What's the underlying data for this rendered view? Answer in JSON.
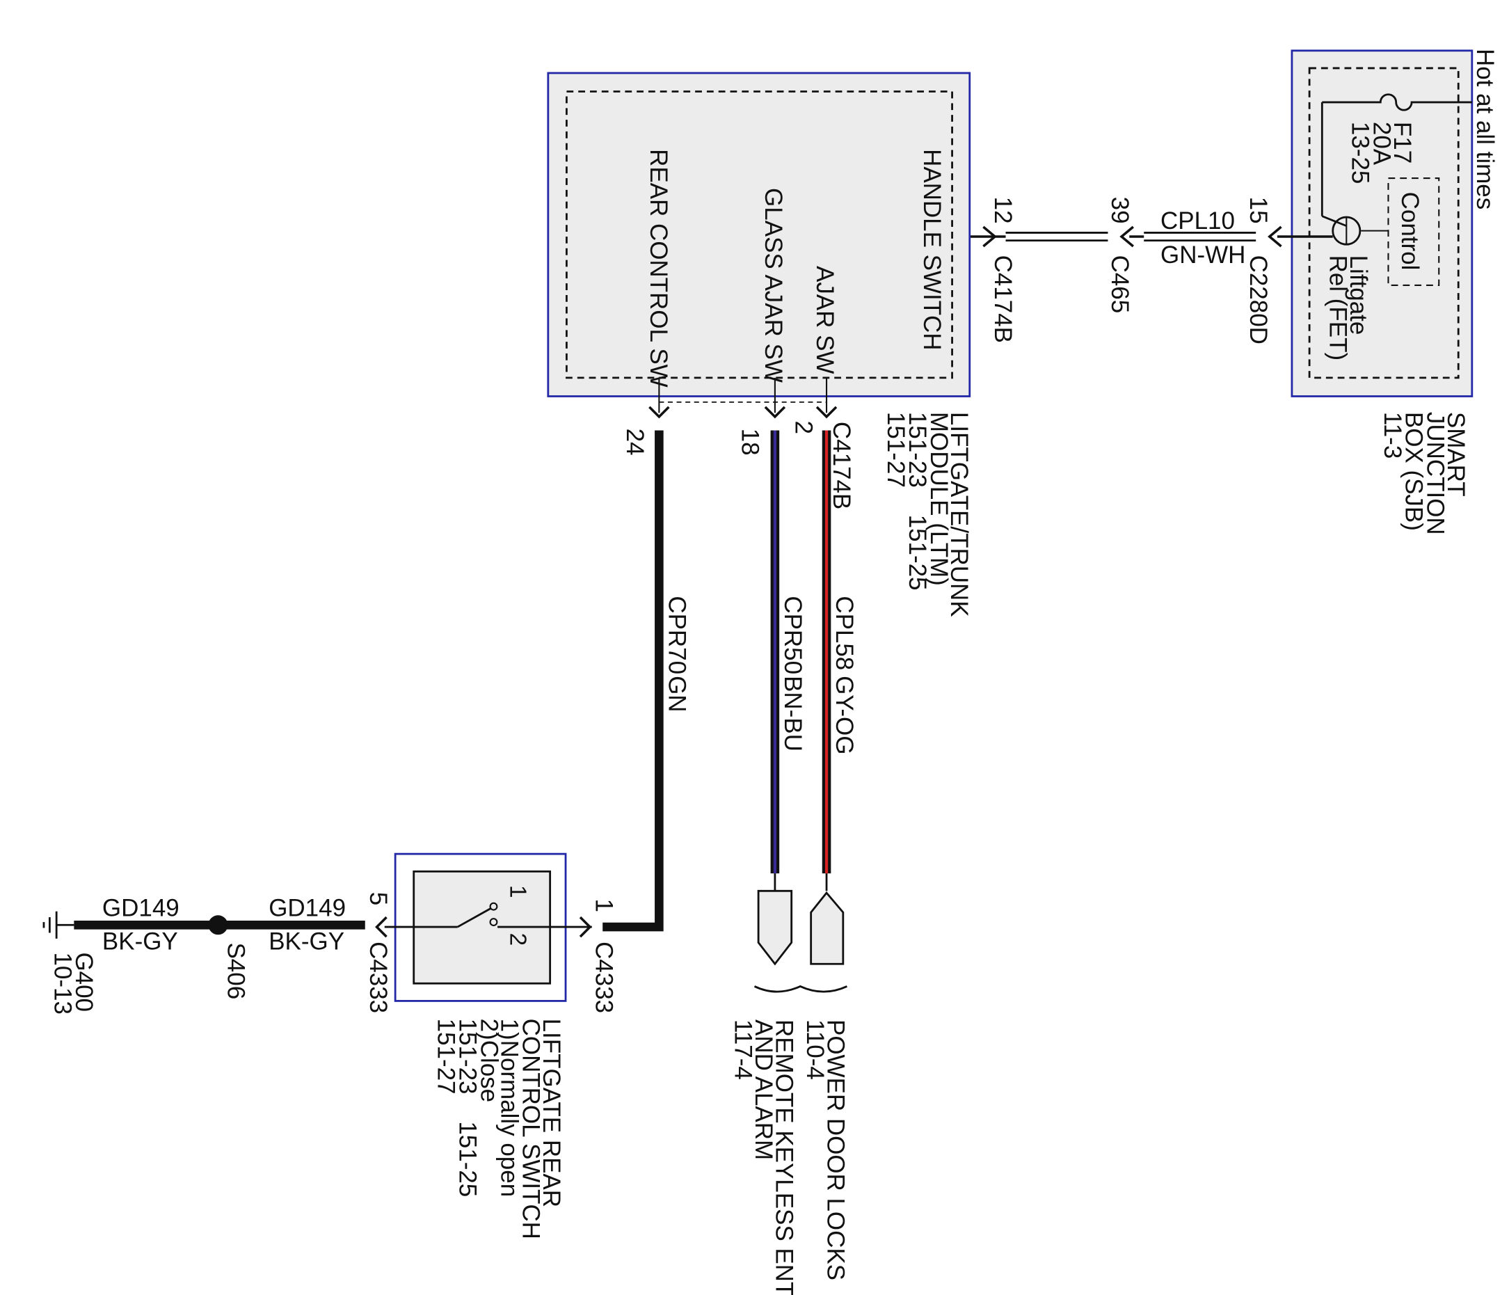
{
  "sjb": {
    "hot_label": "Hot at all times",
    "fuse_id": "F17",
    "fuse_rating": "20A",
    "fuse_ref": "13-25",
    "control_label": "Control",
    "relay_label_1": "Liftgate",
    "relay_label_2": "Rel (FET)",
    "name_1": "SMART",
    "name_2": "JUNCTION",
    "name_3": "BOX (SJB)",
    "page_ref": "11-3",
    "pin": "15",
    "connector": "C2280D"
  },
  "wire_cpl10": {
    "circuit": "CPL10",
    "color": "GN-WH"
  },
  "inline_c465": {
    "pin": "39",
    "connector": "C465"
  },
  "ltm": {
    "pin_handle": "12",
    "connector_top": "C4174B",
    "handle_switch": "HANDLE SWITCH",
    "ajar_sw": "AJAR SW",
    "glass_ajar_sw": "GLASS AJAR SW",
    "rear_control_sw": "REAR CONTROL SW",
    "name_1": "LIFTGATE/TRUNK",
    "name_2": "MODULE (LTM)",
    "ref_line_1": "151-23    151-25",
    "ref_line_2": "151-27",
    "pin_ajar": "2",
    "connector_bottom": "C4174B",
    "pin_glass": "18",
    "pin_rear": "24"
  },
  "wires": {
    "cpl58": {
      "circuit": "CPL58",
      "color": "GY-OG"
    },
    "cpr50": {
      "circuit": "CPR50",
      "color": "BN-BU"
    },
    "cpr70": {
      "circuit": "CPR70",
      "color": "GN"
    },
    "gd149_a": {
      "circuit": "GD149",
      "color": "BK-GY"
    },
    "gd149_b": {
      "circuit": "GD149",
      "color": "BK-GY"
    }
  },
  "rear_switch": {
    "pin_in": "1",
    "connector_in": "C4333",
    "pin_out": "5",
    "connector_out": "C4333",
    "pos_1": "1",
    "pos_2": "2",
    "name_1": "LIFTGATE REAR",
    "name_2": "CONTROL SWITCH",
    "note_1": "1)Normally open",
    "note_2": "2)Close",
    "ref_line_1": "151-23    151-25",
    "ref_line_2": "151-27"
  },
  "splice": {
    "name": "S406"
  },
  "ground": {
    "name": "G400",
    "page_ref": "10-13"
  },
  "refs": {
    "power_door_locks": "POWER DOOR LOCKS",
    "power_door_locks_ref": "110-4",
    "rke_1": "REMOTE KEYLESS ENTRY",
    "rke_2": "AND ALARM",
    "rke_ref": "117-4"
  },
  "colors": {
    "frame_blue": "#2329a6",
    "module_fill": "#ececec",
    "wire_black": "#111111",
    "wire_red": "#d62222",
    "wire_blue": "#3a2c96"
  }
}
